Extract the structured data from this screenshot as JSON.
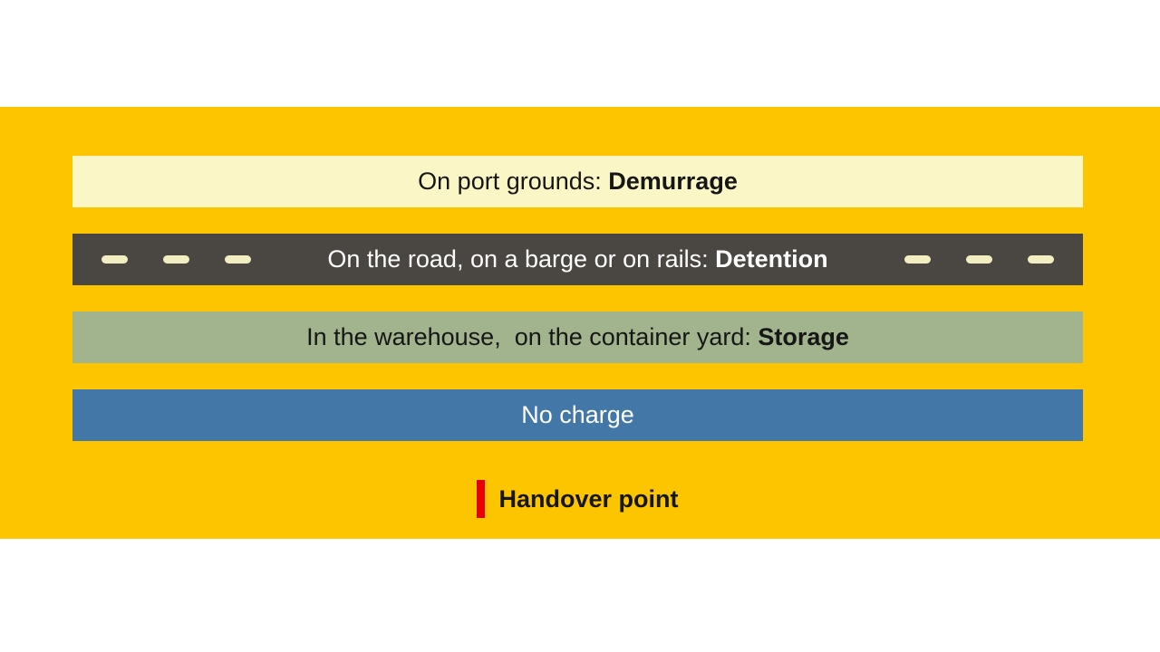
{
  "figure": {
    "background_color": "#ffffff",
    "panel_color": "#fdc500",
    "text_dark": "#161616",
    "text_light": "#ffffff",
    "bars": [
      {
        "id": "port-grounds",
        "bg": "#faf6c5",
        "text_color": "#161616",
        "label": "On port grounds: ",
        "keyword": "Demurrage"
      },
      {
        "id": "road",
        "bg": "#4a4641",
        "text_color": "#ffffff",
        "label": "On the road, on a barge or on rails: ",
        "keyword": "Detention",
        "dash_color": "#f3edc2",
        "dashes_per_side": 3
      },
      {
        "id": "warehouse",
        "bg": "#a1b48e",
        "text_color": "#161616",
        "label": "In the warehouse,  on the container yard: ",
        "keyword": "Storage"
      },
      {
        "id": "no-charge",
        "bg": "#4377a7",
        "text_color": "#ffffff",
        "label": "No charge",
        "keyword": ""
      }
    ],
    "legend": {
      "marker_color": "#e60000",
      "label": "Handover point"
    }
  }
}
